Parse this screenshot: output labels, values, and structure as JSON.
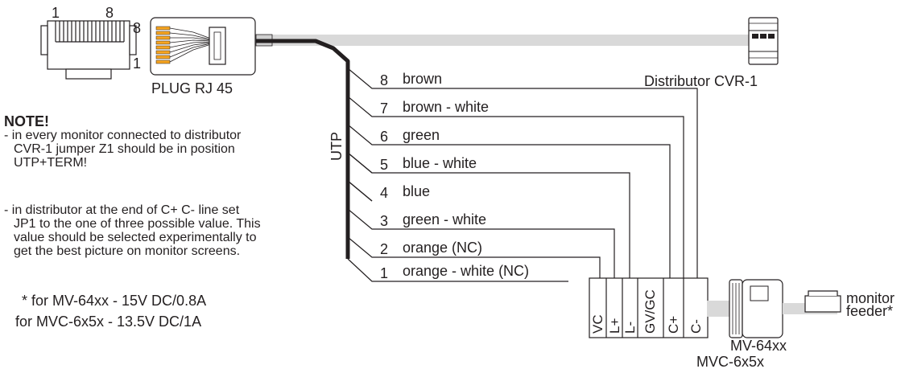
{
  "connector": {
    "pin_left": "1",
    "pin_right": "8",
    "side_top": "8",
    "side_bottom": "1",
    "plug_label": "PLUG RJ 45"
  },
  "cable_label": "UTP",
  "distributor_label": "Distributor CVR-1",
  "wires": [
    {
      "num": "8",
      "color": "brown"
    },
    {
      "num": "7",
      "color": "brown - white"
    },
    {
      "num": "6",
      "color": "green"
    },
    {
      "num": "5",
      "color": "blue - white"
    },
    {
      "num": "4",
      "color": "blue"
    },
    {
      "num": "3",
      "color": "green - white"
    },
    {
      "num": "2",
      "color": "orange (NC)"
    },
    {
      "num": "1",
      "color": "orange - white (NC)"
    }
  ],
  "terminals": [
    "VC",
    "L+",
    "L-",
    "GV/GC",
    "C+",
    "C-"
  ],
  "note": {
    "title": "NOTE!",
    "item1": [
      "- in every monitor connected to distributor",
      "CVR-1 jumper Z1 should be in position",
      "UTP+TERM!"
    ],
    "item2": [
      "- in distributor at the end of C+ C- line set",
      "JP1 to the one of three possible value. This",
      "value should be selected experimentally to",
      "get the best picture on monitor screens."
    ],
    "power": [
      "* for MV-64xx - 15V DC/0.8A",
      "for MVC-6x5x - 13.5V DC/1A"
    ]
  },
  "monitor_labels": [
    "MV-64xx",
    "MVC-6x5x"
  ],
  "feeder_labels": [
    "monitor",
    "feeder*"
  ],
  "colors": {
    "line": "#231f20",
    "cable_gray": "#d9d9d9",
    "contact_orange": "#f7a521"
  }
}
